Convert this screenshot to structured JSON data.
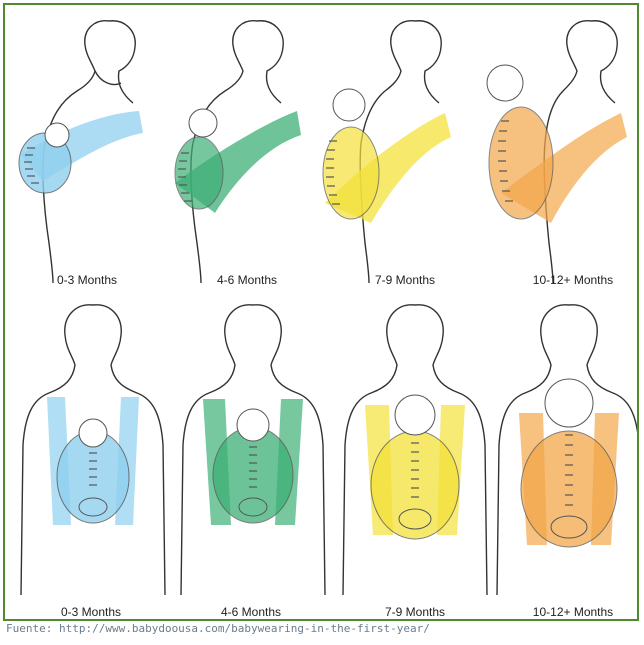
{
  "front_row": {
    "captions": [
      "0-3 Months",
      "4-6 Months",
      "7-9 Months",
      "10-12+ Months"
    ]
  },
  "back_row": {
    "captions": [
      "0-3 Months",
      "4-6 Months",
      "7-9 Months",
      "10-12+ Months"
    ]
  },
  "source": "Fuente: http://www.babydoousa.com/babywearing-in-the-first-year/",
  "colors": {
    "stage_0_3": "#8fd0f0",
    "stage_4_6": "#3daf76",
    "stage_7_9": "#f4e13a",
    "stage_10_12": "#f3a74a",
    "frame": "#4f8a2f",
    "outline": "#333333"
  }
}
